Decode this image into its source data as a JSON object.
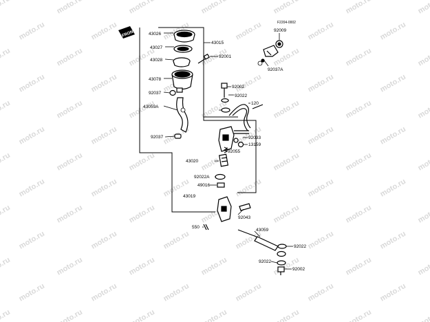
{
  "diagram": {
    "code": "F2204-0002",
    "front_label": "FRONT",
    "watermark_text": "moto.ru",
    "colors": {
      "line": "#000000",
      "watermark": "#d9d9d9",
      "background": "#ffffff"
    },
    "labels": [
      "43026",
      "43027",
      "43028",
      "43015",
      "92001",
      "43078",
      "92037",
      "43059A",
      "92037",
      "92009",
      "92037A",
      "92002",
      "92022",
      "120",
      "92033",
      "13159",
      "92055",
      "43020",
      "92022A",
      "49016",
      "43019",
      "92043",
      "550",
      "43059",
      "92022",
      "92022",
      "92002"
    ]
  }
}
